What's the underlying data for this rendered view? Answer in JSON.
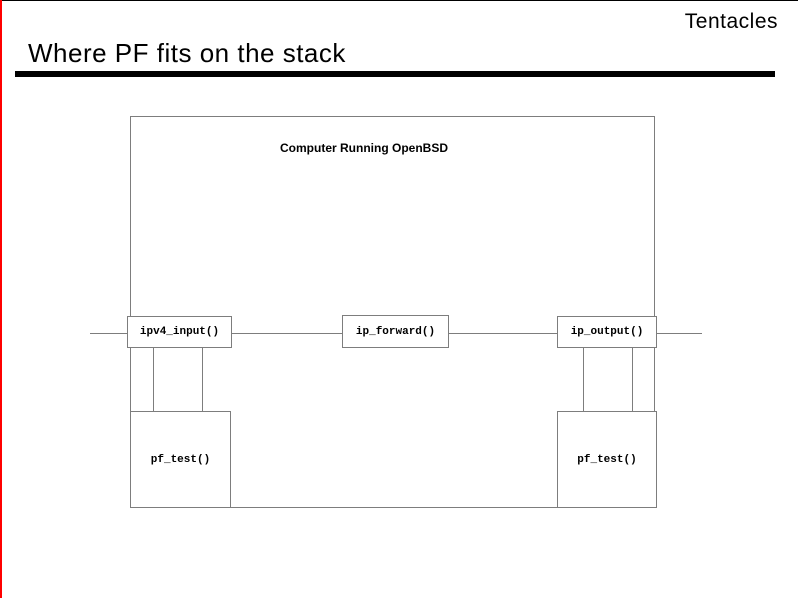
{
  "header": {
    "brand": "Tentacles",
    "title": "Where PF fits on the stack"
  },
  "diagram": {
    "container_label": "Computer Running OpenBSD",
    "nodes": {
      "ipv4_input": "ipv4_input()",
      "ip_forward": "ip_forward()",
      "ip_output": "ip_output()",
      "pf_test_left": "pf_test()",
      "pf_test_right": "pf_test()"
    },
    "colors": {
      "line_gray": "#7d7d7d",
      "accent_red": "#ff0000",
      "rule_black": "#000000",
      "text": "#000000",
      "background": "#ffffff"
    }
  }
}
